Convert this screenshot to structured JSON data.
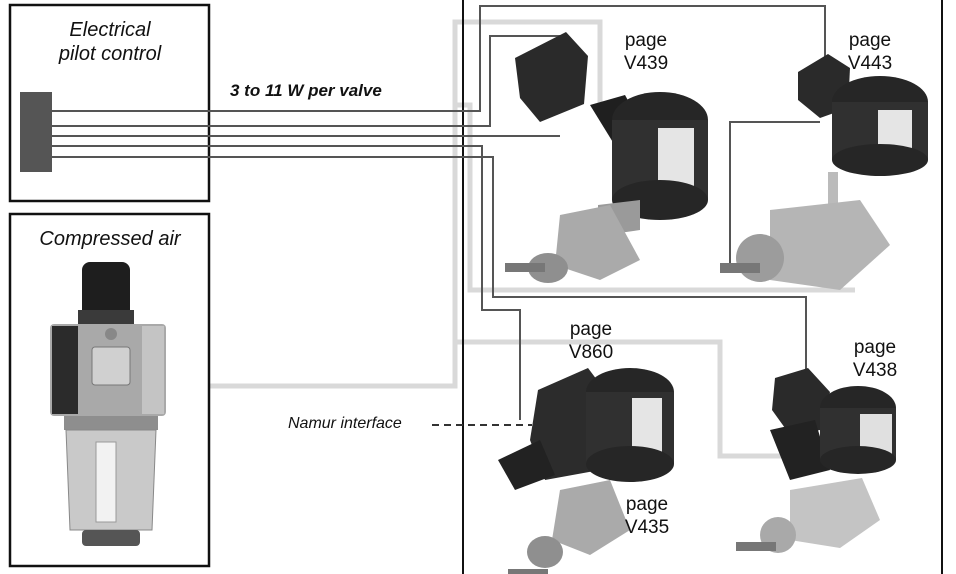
{
  "electrical": {
    "title_line1": "Electrical",
    "title_line2": "pilot control"
  },
  "power_label": "3 to 11 W per valve",
  "air": {
    "title": "Compressed air"
  },
  "valves": [
    {
      "id": "v439",
      "page": "page",
      "code": "V439"
    },
    {
      "id": "v443",
      "page": "page",
      "code": "V443"
    },
    {
      "id": "v860",
      "page": "page",
      "code": "V860"
    },
    {
      "id": "v438",
      "page": "page",
      "code": "V438"
    },
    {
      "id": "v435",
      "page": "page",
      "code": "V435"
    }
  ],
  "namur_label": "Namur interface",
  "colors": {
    "wire": "#555555",
    "air_pipe": "#d9d9d9",
    "connector": "#555555",
    "pipe_stub": "#777777"
  }
}
